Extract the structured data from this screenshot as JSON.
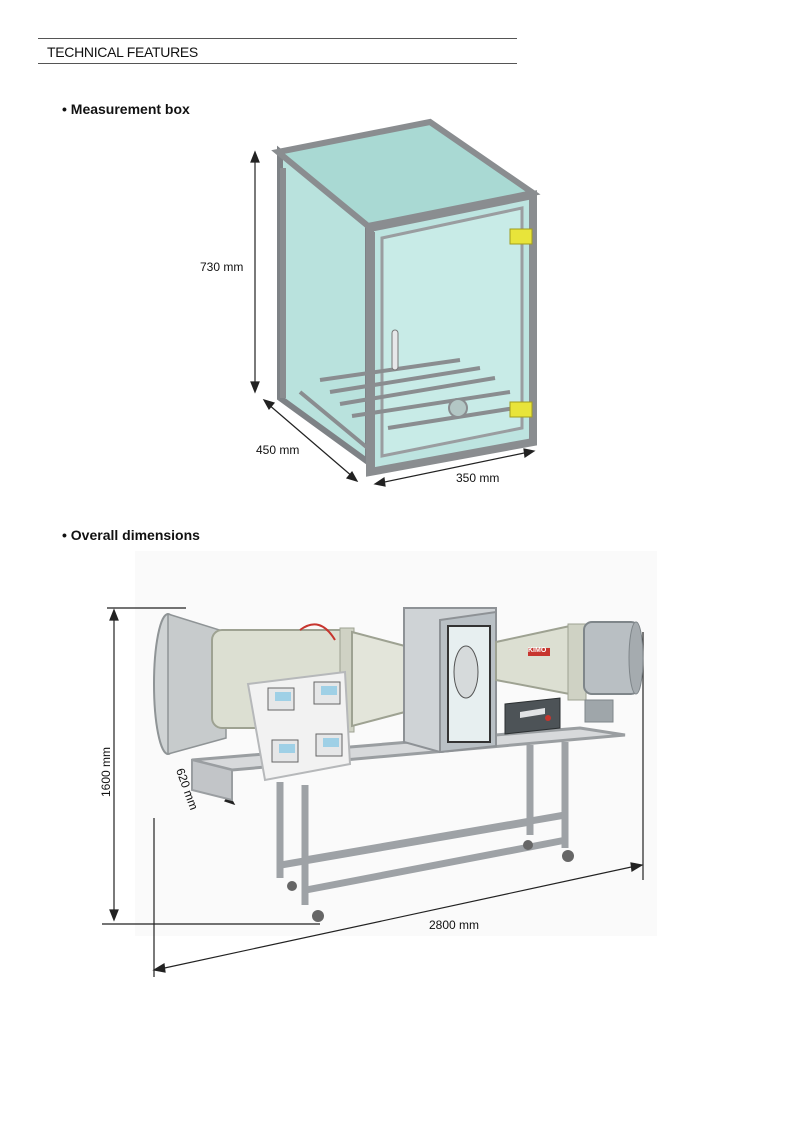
{
  "header": {
    "title": "TECHNICAL FEATURES"
  },
  "sections": {
    "measurement_box": {
      "heading": "• Measurement box",
      "dims": {
        "height": "730 mm",
        "depth": "450 mm",
        "width": "350 mm"
      }
    },
    "overall": {
      "heading": "• Overall dimensions",
      "dims": {
        "height": "1600 mm",
        "depth": "620 mm",
        "length": "2800 mm"
      },
      "brand_label": "KIMO"
    }
  },
  "colors": {
    "glass": "#bfe3df",
    "frame": "#8d8f92",
    "hinge": "#e8e43a",
    "duct": "#d9dccf",
    "brand": "#c7352e"
  }
}
